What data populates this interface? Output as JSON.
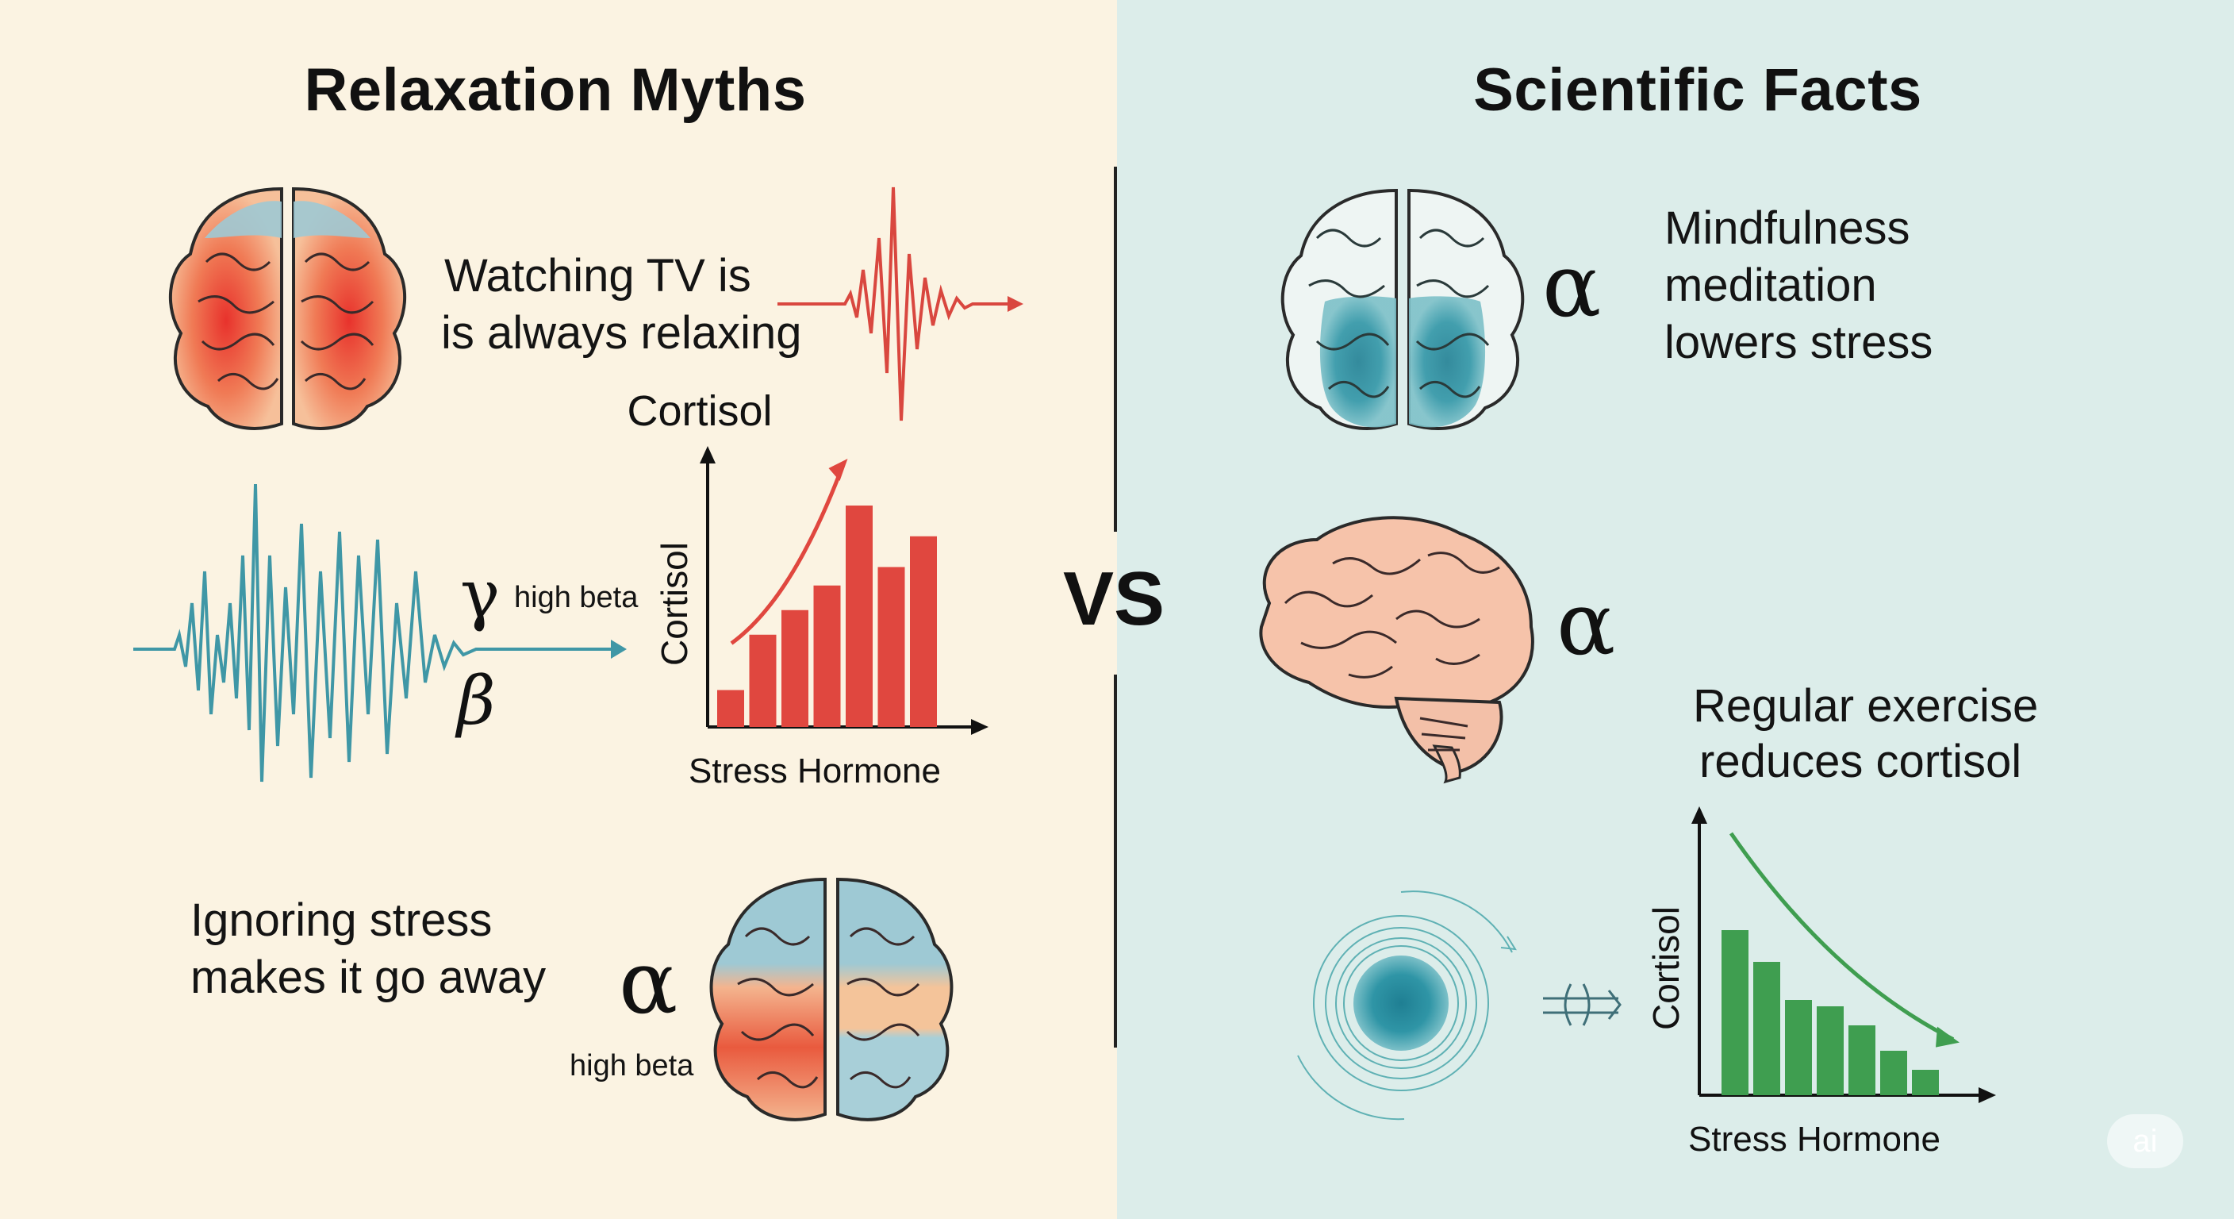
{
  "left": {
    "title": "Relaxation Myths",
    "myth1": {
      "line1": "Watching TV is",
      "line2": "is always relaxing"
    },
    "symbols": {
      "gamma": "γ",
      "beta": "β",
      "high_beta": "high beta"
    },
    "myth3": {
      "line1": "Ignoring stress",
      "line2": "makes it go away",
      "alpha": "α",
      "high_beta": "high beta"
    }
  },
  "center": {
    "vs": "VS"
  },
  "right": {
    "title": "Scientific Facts",
    "fact1": {
      "alpha": "α",
      "line1": "Mindfulness",
      "line2": "meditation",
      "line3": "lowers stress"
    },
    "fact2": {
      "alpha": "α",
      "line1": "Regular exercise",
      "line2": "reduces cortisol"
    }
  },
  "chart_data": [
    {
      "type": "bar",
      "title": "Cortisol",
      "xlabel": "Stress Hormone",
      "ylabel": "Cortisol",
      "values": [
        12,
        30,
        38,
        46,
        72,
        52,
        62
      ],
      "ylim": [
        0,
        80
      ],
      "trend": "rising",
      "color": "#e0473f"
    },
    {
      "type": "bar",
      "title": "",
      "xlabel": "Stress Hormone",
      "ylabel": "Cortisol",
      "values": [
        52,
        42,
        30,
        28,
        22,
        14,
        8
      ],
      "ylim": [
        0,
        80
      ],
      "trend": "falling",
      "color": "#3f9e50"
    }
  ],
  "colors": {
    "left_bg": "#fbf3e2",
    "right_bg": "#dcedea",
    "wave_red": "#d9473f",
    "wave_teal": "#3f97a6",
    "bar_red": "#e0473f",
    "bar_green": "#3f9e50",
    "brain_teal": "#2f8a9a"
  },
  "icons": [
    "brain-heat-icon",
    "brain-teal-icon",
    "brain-side-icon",
    "brain-split-icon",
    "wave-icon",
    "ripple-icon"
  ]
}
